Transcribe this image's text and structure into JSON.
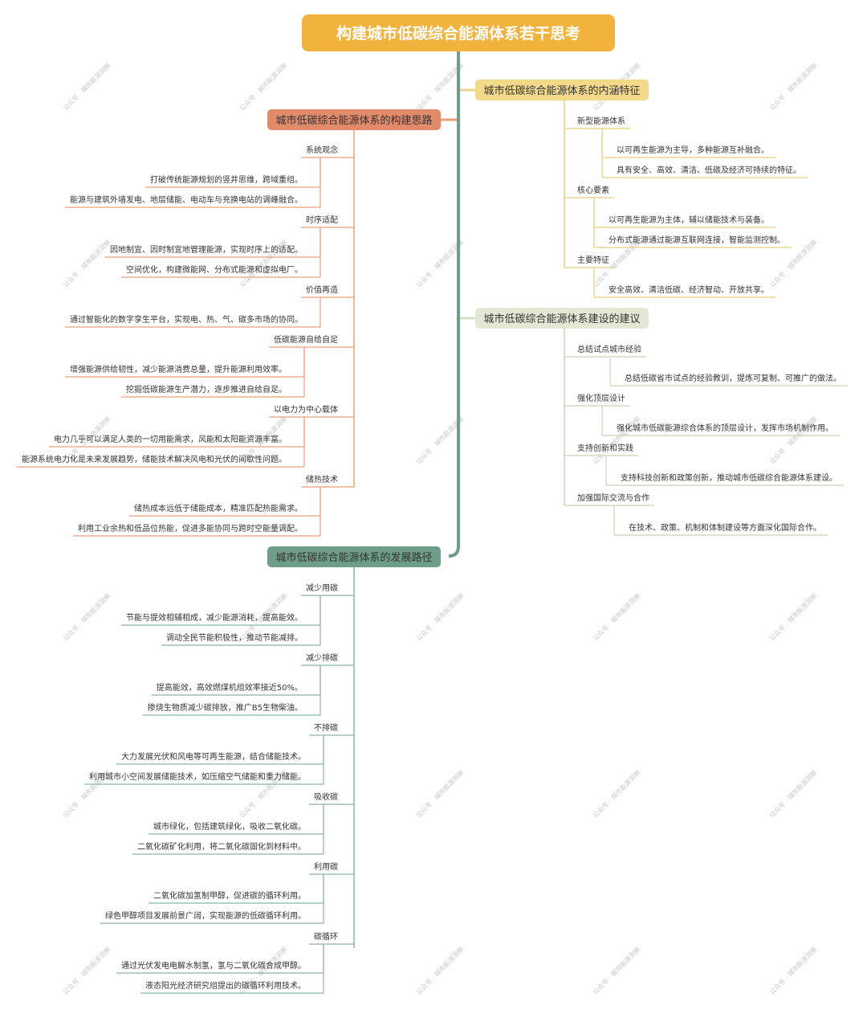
{
  "root": {
    "label": "构建城市低碳综合能源体系若干思考",
    "color": "#F2B33D"
  },
  "colors": {
    "trunk": "#6E9E8A",
    "path": "#E8A07A",
    "feature": "#ECD58A",
    "suggest": "#D6DEC2",
    "route": "#8FB4A4"
  },
  "watermark": "公众号 · 城市能源洞察",
  "branches": {
    "path": {
      "label": "城市低碳综合能源体系的构建思路",
      "color": "#E28B6A",
      "text_color": "#ffffff",
      "groups": [
        {
          "title": "系统观念",
          "items": [
            "打破传统能源规划的竖井思维，跨域重组。",
            "能源与建筑外墙发电、地层储能、电动车与充换电站的调峰融合。"
          ]
        },
        {
          "title": "时序适配",
          "items": [
            "因地制宜、因时制宜地管理能源，实现时序上的适配。",
            "空间优化，构建微能网、分布式能源和虚拟电厂。"
          ]
        },
        {
          "title": "价值再造",
          "items": [
            "通过智能化的数字孪生平台，实现电、热、气、碳多市场的协同。"
          ]
        },
        {
          "title": "低碳能源自给自足",
          "items": [
            "增强能源供给韧性，减少能源消费总量，提升能源利用效率。",
            "挖掘低碳能源生产潜力，逐步推进自给自足。"
          ]
        },
        {
          "title": "以电力为中心载体",
          "items": [
            "电力几乎可以满足人类的一切用能需求，风能和太阳能资源丰富。",
            "能源系统电力化是未来发展趋势，储能技术解决风电和光伏的间歇性问题。"
          ]
        },
        {
          "title": "储热技术",
          "items": [
            "储热成本远低于储能成本，精准匹配热能需求。",
            "利用工业余热和低品位热能，促进多能协同与跨时空能量调配。"
          ]
        }
      ]
    },
    "route": {
      "label": "城市低碳综合能源体系的发展路径",
      "color": "#6E9E8A",
      "text_color": "#ffffff",
      "groups": [
        {
          "title": "减少用碳",
          "items": [
            "节能与提效相辅相成，减少能源消耗，提高能效。",
            "调动全民节能积极性，推动节能减排。"
          ]
        },
        {
          "title": "减少排碳",
          "items": [
            "提高能效，高效燃煤机组效率接近50%。",
            "掺烧生物质减少碳排放，推广B5生物柴油。"
          ]
        },
        {
          "title": "不排碳",
          "items": [
            "大力发展光伏和风电等可再生能源，结合储能技术。",
            "利用城市小空间发展储能技术，如压缩空气储能和重力储能。"
          ]
        },
        {
          "title": "吸收碳",
          "items": [
            "城市绿化，包括建筑绿化，吸收二氧化碳。",
            "二氧化碳矿化利用，将二氧化碳固化到材料中。"
          ]
        },
        {
          "title": "利用碳",
          "items": [
            "二氧化碳加氢制甲醇，促进碳的循环利用。",
            "绿色甲醇项目发展前景广阔，实现能源的低碳循环利用。"
          ]
        },
        {
          "title": "碳循环",
          "items": [
            "通过光伏发电电解水制氢，氢与二氧化碳合成甲醇。",
            "液态阳光经济研究组提出的碳循环利用技术。"
          ]
        }
      ]
    },
    "feature": {
      "label": "城市低碳综合能源体系的内涵特征",
      "color": "#F3D98A",
      "text_color": "#333333",
      "groups": [
        {
          "title": "新型能源体系",
          "items": [
            "以可再生能源为主导，多种能源互补融合。",
            "具有安全、高效、清洁、低碳及经济可持续的特征。"
          ]
        },
        {
          "title": "核心要素",
          "items": [
            "以可再生能源为主体，辅以储能技术与装备。",
            "分布式能源通过能源互联网连接，智能监测控制。"
          ]
        },
        {
          "title": "主要特征",
          "items": [
            "安全高效、清洁低碳、经济智动、开放共享。"
          ]
        }
      ]
    },
    "suggest": {
      "label": "城市低碳综合能源体系建设的建议",
      "color": "#E3E8D4",
      "text_color": "#333333",
      "groups": [
        {
          "title": "总结试点城市经验",
          "items": [
            "总结低碳省市试点的经验教训，提炼可复制、可推广的做法。"
          ]
        },
        {
          "title": "强化顶层设计",
          "items": [
            "强化城市低碳能源综合体系的顶层设计，发挥市场机制作用。"
          ]
        },
        {
          "title": "支持创新和实践",
          "items": [
            "支持科技创新和政策创新，推动城市低碳综合能源体系建设。"
          ]
        },
        {
          "title": "加强国际交流与合作",
          "items": [
            "在技术、政策、机制和体制建设等方面深化国际合作。"
          ]
        }
      ]
    }
  }
}
